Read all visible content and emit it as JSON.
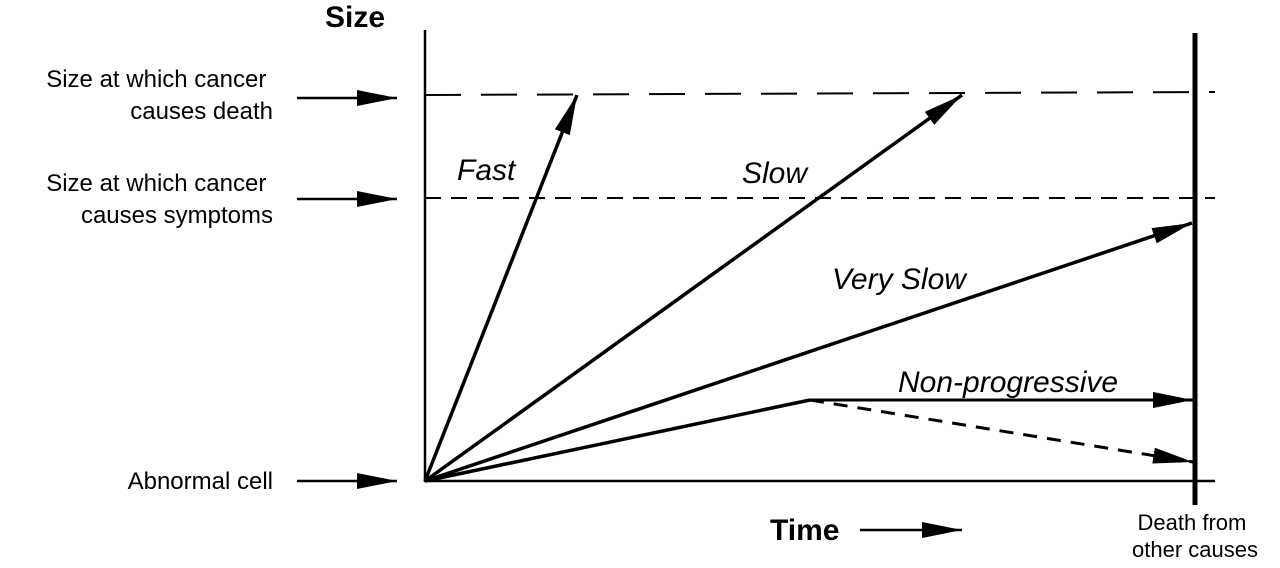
{
  "diagram": {
    "y_axis_title": "Size",
    "x_axis_title": "Time",
    "levels": {
      "death": [
        "Size at which cancer",
        "causes death"
      ],
      "symptoms": [
        "Size at which cancer",
        "causes symptoms"
      ],
      "origin": [
        "Abnormal cell"
      ]
    },
    "growth_rates": {
      "fast": "Fast",
      "slow": "Slow",
      "very_slow": "Very Slow",
      "non_progressive": "Non-progressive"
    },
    "death_other_causes": [
      "Death from",
      "other causes"
    ],
    "colors": {
      "ink": "#000000",
      "background": "#ffffff"
    }
  }
}
